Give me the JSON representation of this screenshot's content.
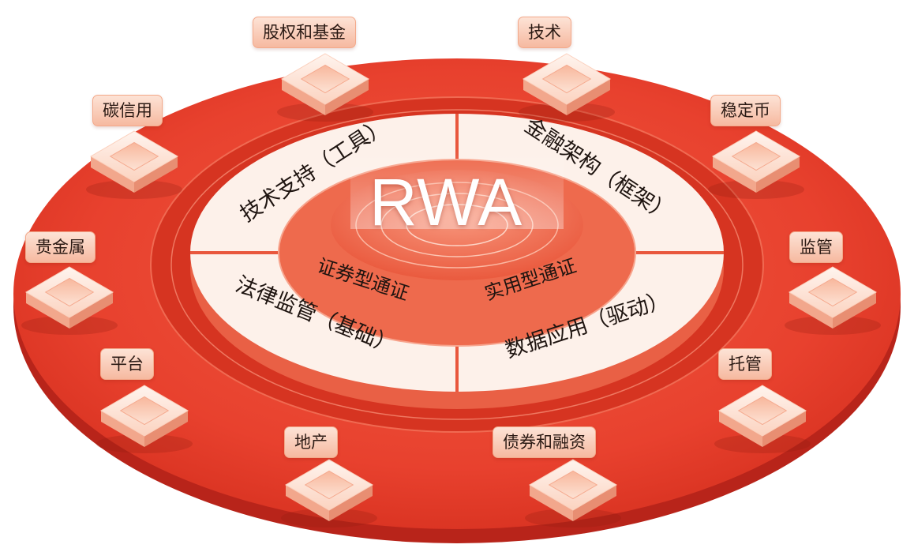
{
  "hub": {
    "title": "RWA"
  },
  "quadrants": [
    {
      "id": "tech",
      "label": "技术支持（工具）"
    },
    {
      "id": "fin",
      "label": "金融架构（框架）"
    },
    {
      "id": "law",
      "label": "法律监管（基础）"
    },
    {
      "id": "data",
      "label": "数据应用（驱动）"
    }
  ],
  "token_types": [
    {
      "id": "security",
      "label": "证券型通证"
    },
    {
      "id": "utility",
      "label": "实用型通证"
    }
  ],
  "nodes": [
    {
      "id": "equity",
      "label": "股权和基金"
    },
    {
      "id": "tech",
      "label": "技术"
    },
    {
      "id": "carbon",
      "label": "碳信用"
    },
    {
      "id": "stable",
      "label": "稳定币"
    },
    {
      "id": "metal",
      "label": "贵金属"
    },
    {
      "id": "reg",
      "label": "监管"
    },
    {
      "id": "platform",
      "label": "平台"
    },
    {
      "id": "custody",
      "label": "托管"
    },
    {
      "id": "property",
      "label": "地产"
    },
    {
      "id": "bond",
      "label": "债券和融资"
    }
  ],
  "colors": {
    "outer_disc": "#e8412e",
    "outer_disc_edge": "#c92a1c",
    "inner_ring": "#d9321f",
    "quadrant_fill": "#fdf1ea",
    "center_ring": "#f0664a",
    "hub_core": "#f58366",
    "chip_fill": "#f7c2aa"
  }
}
